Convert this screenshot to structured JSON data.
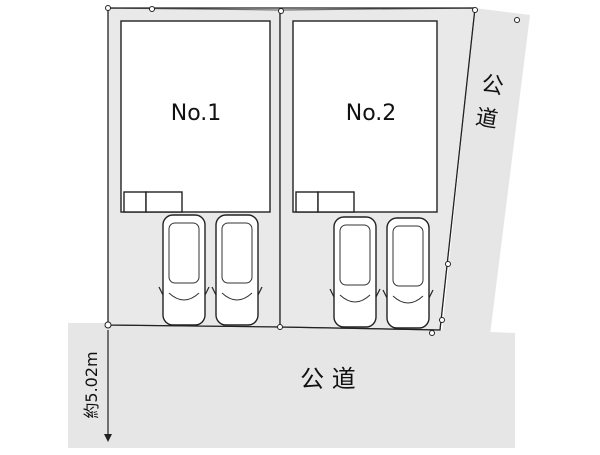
{
  "lots": [
    {
      "id": "lot-1",
      "label": "No.1"
    },
    {
      "id": "lot-2",
      "label": "No.2"
    }
  ],
  "road_south_label": "公 道",
  "road_east_label": [
    "公",
    "道"
  ],
  "road_width_label": "約5.02m",
  "colors": {
    "road": "#e6e6e6",
    "lot": "#e9e9e9",
    "house": "#ffffff",
    "line": "#222222"
  }
}
